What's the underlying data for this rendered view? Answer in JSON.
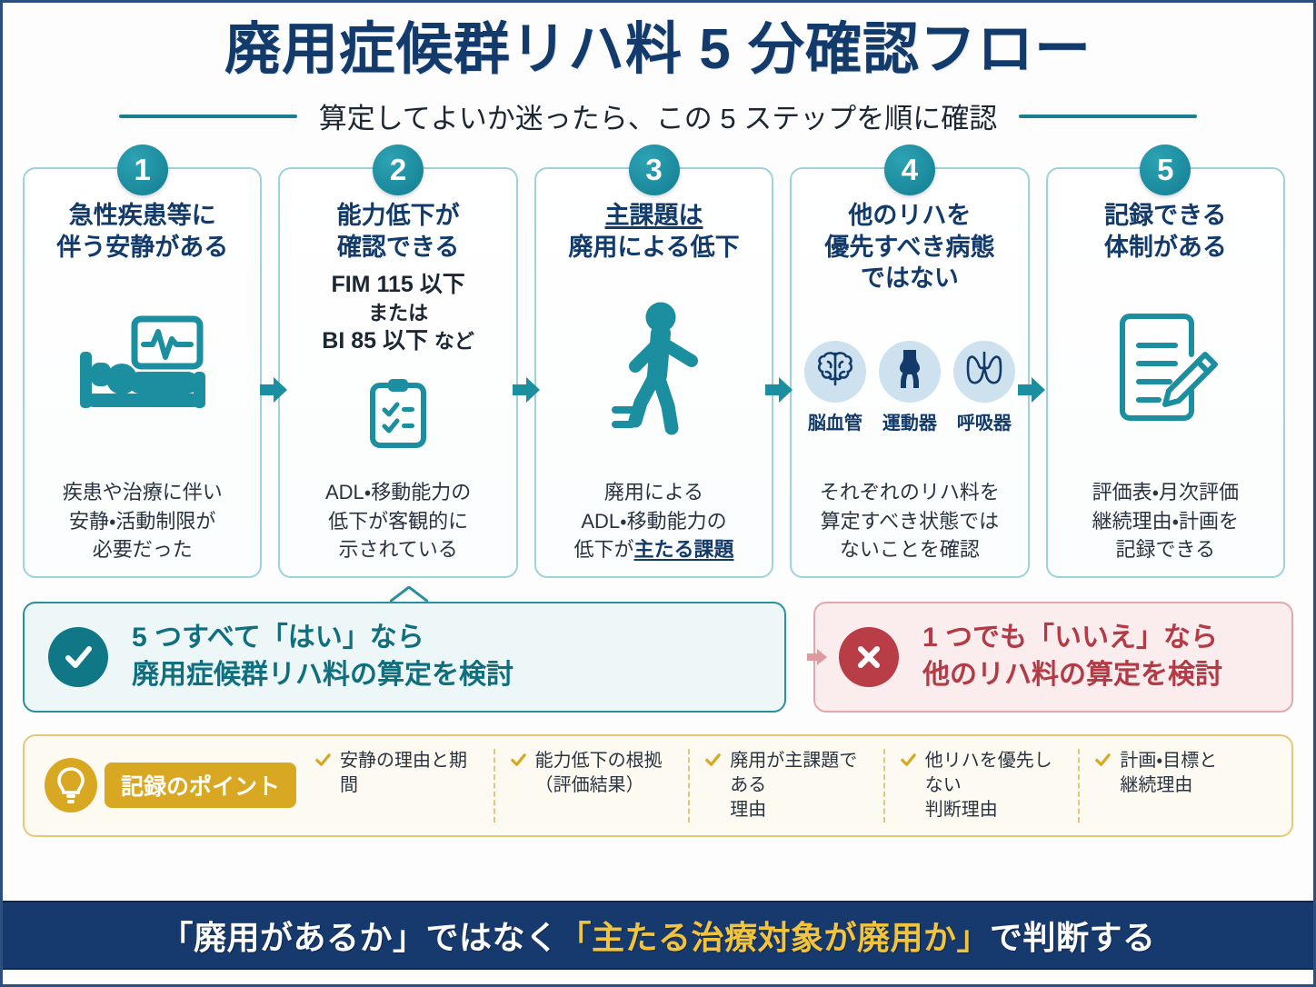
{
  "header": {
    "title": "廃用症候群リハ料 5 分確認フロー",
    "subtitle": "算定してよいか迷ったら、この 5 ステップを順に確認"
  },
  "steps": [
    {
      "number": "1",
      "title_line1": "急性疾患等に",
      "title_line2": "伴う安静がある",
      "icon": "patient-in-bed-monitor-icon",
      "caption_line1": "疾患や治療に伴い",
      "caption_line2": "安静・活動制限が",
      "caption_line3": "必要だった"
    },
    {
      "number": "2",
      "title_line1": "能力低下が",
      "title_line2": "確認できる",
      "criteria_line1": "FIM 115 以下",
      "criteria_line2": "または",
      "criteria_line3": "BI 85 以下",
      "criteria_line3_suffix": "など",
      "icon": "clipboard-checklist-icon",
      "caption_line1": "ADL・移動能力の",
      "caption_line2": "低下が客観的に",
      "caption_line3": "示されている"
    },
    {
      "number": "3",
      "title_line1": "主課題は",
      "title_line2": "廃用による低下",
      "icon": "walking-person-icon",
      "caption_line1": "廃用による",
      "caption_line2": "ADL・移動能力の",
      "caption_line3_prefix": "低下が",
      "caption_line3_emph": "主たる課題"
    },
    {
      "number": "4",
      "title_line1": "他のリハを",
      "title_line2": "優先すべき病態",
      "title_line3": "ではない",
      "organs": [
        {
          "icon": "brain-icon",
          "label": "脳血管"
        },
        {
          "icon": "joint-icon",
          "label": "運動器"
        },
        {
          "icon": "lungs-icon",
          "label": "呼吸器"
        }
      ],
      "caption_line1": "それぞれのリハ料を",
      "caption_line2": "算定すべき状態では",
      "caption_line3": "ないことを確認"
    },
    {
      "number": "5",
      "title_line1": "記録できる",
      "title_line2": "体制がある",
      "icon": "document-pencil-icon",
      "caption_line1": "評価表・月次評価",
      "caption_line2": "継続理由・計画を",
      "caption_line3": "記録できる"
    }
  ],
  "conclusion": {
    "yes": {
      "icon": "check-circle-icon",
      "line1": "5 つすべて「はい」なら",
      "line2": "廃用症候群リハ料の算定を検討"
    },
    "no": {
      "icon": "cross-circle-icon",
      "line1": "1 つでも「いいえ」なら",
      "line2": "他のリハ料の算定を検討"
    }
  },
  "tips": {
    "icon": "lightbulb-icon",
    "chip_label": "記録のポイント",
    "items": [
      {
        "line1": "安静の理由と期間",
        "line2": ""
      },
      {
        "line1": "能力低下の根拠",
        "line2": "（評価結果）"
      },
      {
        "line1": "廃用が主課題である",
        "line2": "理由"
      },
      {
        "line1": "他リハを優先しない",
        "line2": "判断理由"
      },
      {
        "line1": "計画・目標と",
        "line2": "継続理由"
      }
    ]
  },
  "bottom": {
    "prefix": "「廃用があるか」ではなく",
    "highlight": "「主たる治療対象が廃用か」",
    "suffix": "で判断する"
  },
  "colors": {
    "navy": "#123a6b",
    "teal": "#137d91",
    "light_teal": "#9ed2dc",
    "red": "#b93d47",
    "pink_bg": "#fbeced",
    "gold": "#d9a822",
    "bottom_bar": "#173a6e",
    "highlight_yellow": "#f2c33c"
  }
}
